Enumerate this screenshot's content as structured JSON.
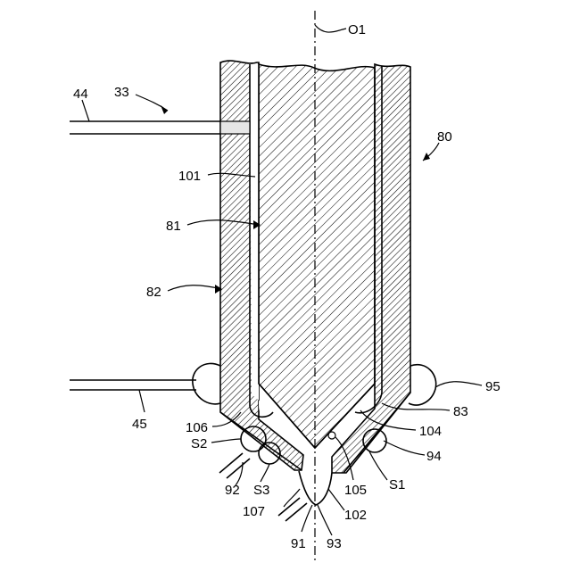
{
  "figure": {
    "axis_label": "O1",
    "labels": [
      {
        "id": "label-44",
        "text": "44"
      },
      {
        "id": "label-33",
        "text": "33"
      },
      {
        "id": "label-80",
        "text": "80"
      },
      {
        "id": "label-101",
        "text": "101"
      },
      {
        "id": "label-81",
        "text": "81"
      },
      {
        "id": "label-82",
        "text": "82"
      },
      {
        "id": "label-95",
        "text": "95"
      },
      {
        "id": "label-83",
        "text": "83"
      },
      {
        "id": "label-45",
        "text": "45"
      },
      {
        "id": "label-106",
        "text": "106"
      },
      {
        "id": "label-104",
        "text": "104"
      },
      {
        "id": "label-s2",
        "text": "S2"
      },
      {
        "id": "label-94",
        "text": "94"
      },
      {
        "id": "label-s1",
        "text": "S1"
      },
      {
        "id": "label-105",
        "text": "105"
      },
      {
        "id": "label-92",
        "text": "92"
      },
      {
        "id": "label-s3",
        "text": "S3"
      },
      {
        "id": "label-107",
        "text": "107"
      },
      {
        "id": "label-102",
        "text": "102"
      },
      {
        "id": "label-91",
        "text": "91"
      },
      {
        "id": "label-93",
        "text": "93"
      }
    ]
  }
}
